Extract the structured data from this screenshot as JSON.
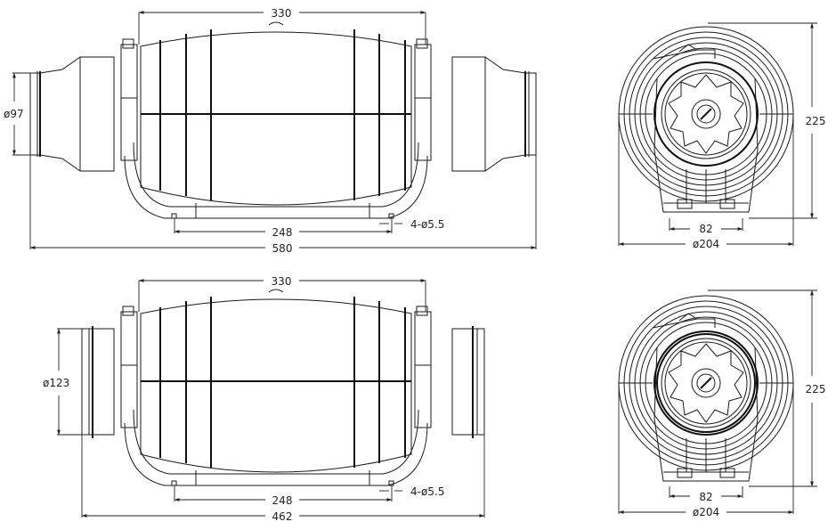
{
  "views": {
    "top_side": {
      "body_length": "330",
      "mount_spacing": "248",
      "mount_holes": "4-ø5.5",
      "overall_length": "580",
      "duct_diameter": "ø97"
    },
    "top_front": {
      "height": "225",
      "base_spacing": "82",
      "diameter": "ø204"
    },
    "bottom_side": {
      "body_length": "330",
      "mount_spacing": "248",
      "mount_holes": "4-ø5.5",
      "overall_length": "462",
      "duct_diameter": "ø123"
    },
    "bottom_front": {
      "height": "225",
      "base_spacing": "82",
      "diameter": "ø204"
    }
  },
  "colors": {
    "line": "#1a1a1a",
    "background": "#ffffff"
  }
}
